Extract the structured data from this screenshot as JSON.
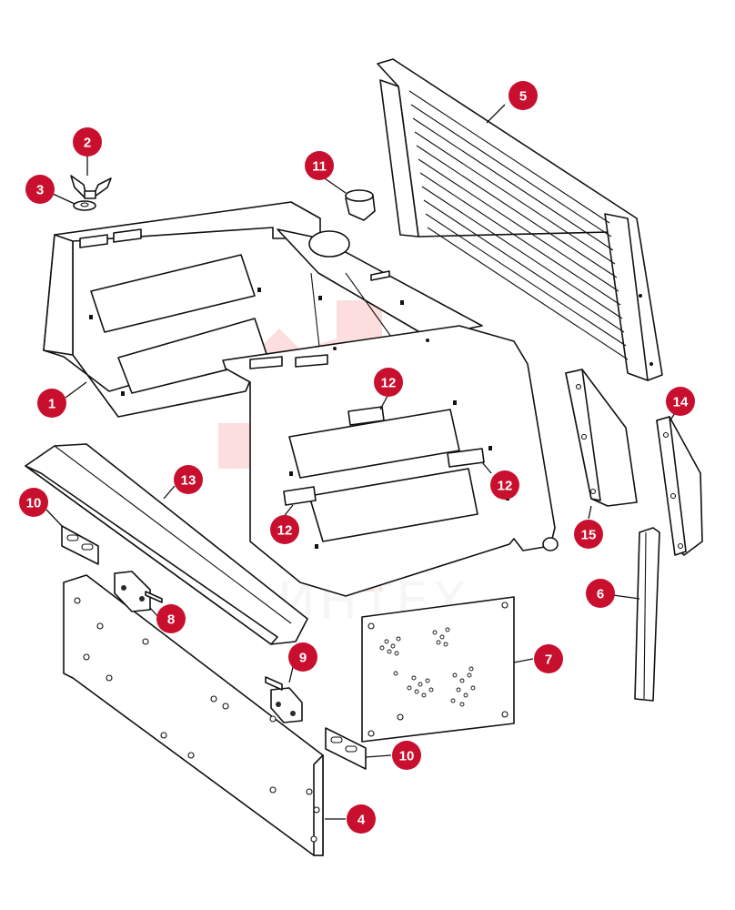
{
  "diagram": {
    "callout_color": "#c8102e",
    "watermark_text": "ИНТЕХ",
    "watermark_color": "#f26b6b",
    "callouts": [
      {
        "label": "1"
      },
      {
        "label": "2"
      },
      {
        "label": "3"
      },
      {
        "label": "4"
      },
      {
        "label": "5"
      },
      {
        "label": "6"
      },
      {
        "label": "7"
      },
      {
        "label": "8"
      },
      {
        "label": "9"
      },
      {
        "label": "10"
      },
      {
        "label": "10"
      },
      {
        "label": "11"
      },
      {
        "label": "12"
      },
      {
        "label": "12"
      },
      {
        "label": "12"
      },
      {
        "label": "13"
      },
      {
        "label": "14"
      },
      {
        "label": "15"
      }
    ]
  }
}
